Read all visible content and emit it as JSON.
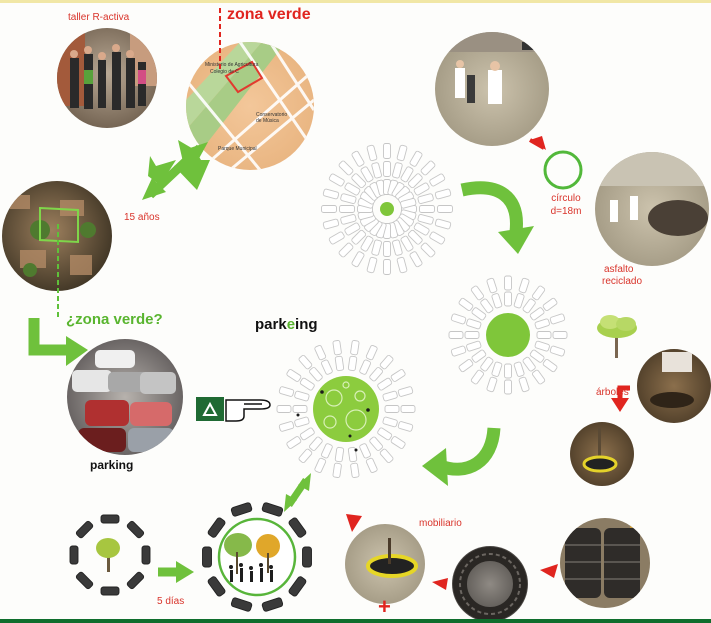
{
  "labels": {
    "taller": "taller R-activa",
    "zona_verde": "zona verde",
    "quince_anos": "15 años",
    "zona_verde_q": "¿zona verde?",
    "parking": "parking",
    "circulo": "círculo",
    "diametro": "d=18m",
    "asfalto": "asfalto",
    "reciclado": "reciclado",
    "arboles": "árboles",
    "mobiliario": "mobiliario",
    "cinco_dias": "5 días",
    "parkeing_a": "park",
    "parkeing_b": "e",
    "parkeing_c": "ing",
    "plus": "+"
  },
  "map_text": {
    "t1": "Ministerio de Agricultura",
    "t2": "Colegio de C",
    "t3": "Parque Municipal",
    "t4": "Conservatorio",
    "t5": "de Música"
  },
  "colors": {
    "green": "#6cbe2e",
    "light_green": "#9bd24a",
    "red": "#e0251f",
    "label_red": "#d9342b",
    "car_outline": "#c9c9c9"
  }
}
